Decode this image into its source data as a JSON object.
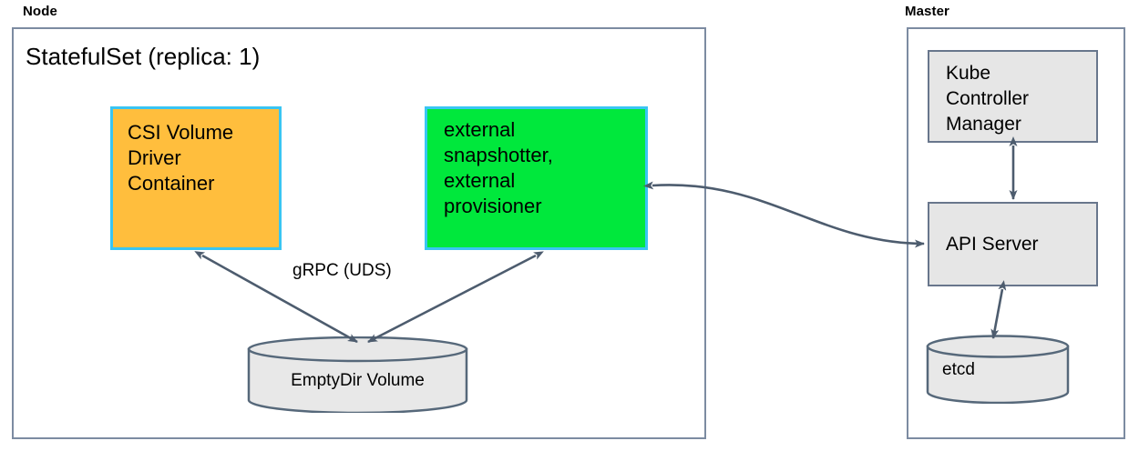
{
  "diagram": {
    "title_node": "Node",
    "title_master": "Master",
    "statefulset_label": "StatefulSet (replica: 1)",
    "colors": {
      "orange_fill": "#FFBE3D",
      "green_fill": "#00E83C",
      "cyan_border": "#39C5F3",
      "gray_fill": "#E6E6E6",
      "gray_border": "#68768C",
      "group_border": "#7C8BA1",
      "arrow": "#4D5C6E",
      "cylinder_fill": "#E8E8E8"
    },
    "nodes": {
      "csi_driver": "CSI Volume\nDriver\nContainer",
      "external_sidecars": "external\nsnapshotter,\nexternal\nprovisioner",
      "emptydir": "EmptyDir Volume",
      "kube_controller_manager": "Kube\nController\nManager",
      "api_server": "API Server",
      "etcd": "etcd"
    },
    "edges": {
      "grpc_label": "gRPC (UDS)"
    }
  }
}
